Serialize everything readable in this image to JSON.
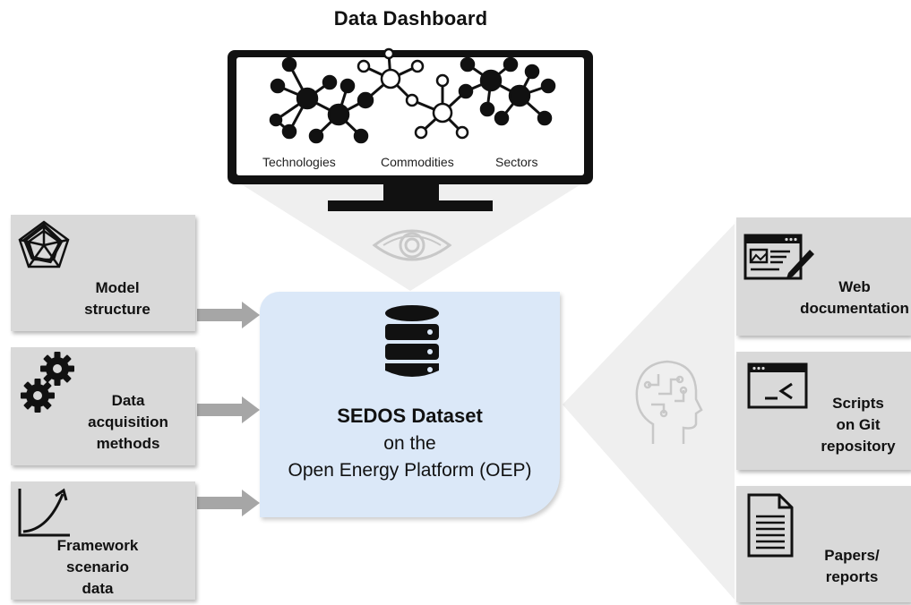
{
  "title": "Data Dashboard",
  "screen_labels": {
    "technologies": "Technologies",
    "commodities": "Commodities",
    "sectors": "Sectors"
  },
  "center": {
    "title": "SEDOS Dataset",
    "line2": "on the",
    "line3": "Open Energy Platform (OEP)"
  },
  "inputs": [
    {
      "label_lines": [
        "Model",
        "structure"
      ],
      "icon": "radar-chart-icon"
    },
    {
      "label_lines": [
        "Data",
        "acquisition",
        "methods"
      ],
      "icon": "gears-icon"
    },
    {
      "label_lines": [
        "Framework",
        "scenario",
        "data"
      ],
      "icon": "growth-curve-icon"
    }
  ],
  "outputs": [
    {
      "label_lines": [
        "Web",
        "documentation"
      ],
      "icon": "web-page-icon"
    },
    {
      "label_lines": [
        "Scripts",
        "on Git",
        "repository"
      ],
      "icon": "terminal-icon"
    },
    {
      "label_lines": [
        "Papers/",
        "reports"
      ],
      "icon": "document-icon"
    }
  ],
  "colors": {
    "box_gray": "#d9d9d9",
    "center_blue": "#dbe8f8",
    "arrow_gray": "#a6a6a6",
    "funnel_gray": "#f0f0f0"
  }
}
